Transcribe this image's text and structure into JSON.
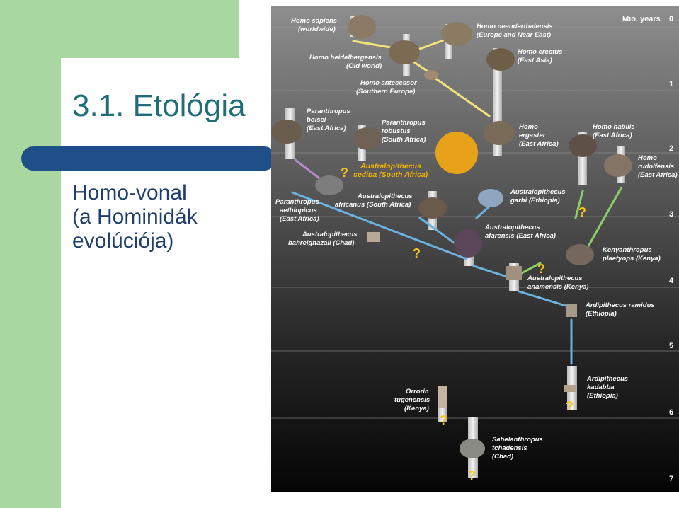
{
  "slide": {
    "title": "3.1. Etológia",
    "lines": [
      "Homo-vonal",
      "(a Hominidák",
      "evolúciója)"
    ]
  },
  "figure": {
    "axis_title": "Mio. years",
    "axis_ticks": [
      "0",
      "1",
      "2",
      "3",
      "4",
      "5",
      "6",
      "7"
    ],
    "species": {
      "sapiens": [
        "Homo sapiens",
        "(worldwide)"
      ],
      "neanderthalensis": [
        "Homo neanderthalensis",
        "(Europe and Near East)"
      ],
      "heidelbergensis": [
        "Homo heidelbergensis",
        "(Old world)"
      ],
      "erectus": [
        "Homo erectus",
        "(East Asia)"
      ],
      "antecessor": [
        "Homo antecessor",
        "(Southern Europe)"
      ],
      "boisei": [
        "Paranthropus",
        "boisei",
        "(East Africa)"
      ],
      "robustus": [
        "Paranthropus",
        "robustus",
        "(South Africa)"
      ],
      "sediba": [
        "Australopithecus",
        "sediba (South Africa)"
      ],
      "ergaster": [
        "Homo",
        "ergaster",
        "(East Africa)"
      ],
      "habilis": [
        "Homo habilis",
        "(East Africa)"
      ],
      "rudolfensis": [
        "Homo",
        "rudolfensis",
        "(East Africa)"
      ],
      "aethiopicus": [
        "Paranthropus",
        "aethiopicus",
        "(East Africa)"
      ],
      "africanus": [
        "Australopithecus",
        "africanus (South Africa)"
      ],
      "garhi": [
        "Australopithecus",
        "garhi (Ethiopia)"
      ],
      "bahrelghazali": [
        "Australopithecus",
        "bahrelghazali (Chad)"
      ],
      "afarensis": [
        "Australopithecus",
        "afarensis (East Africa)"
      ],
      "platyops": [
        "Kenyanthropus",
        "plaetyops (Kenya)"
      ],
      "anamensis": [
        "Australopithecus",
        "anamensis (Kenya)"
      ],
      "ramidus": [
        "Ardipithecus ramidus",
        "(Ethiopia)"
      ],
      "kadabba": [
        "Ardipithecus",
        "kadabba",
        "(Ethiopia)"
      ],
      "tugenensis": [
        "Orrorin",
        "tugenensis",
        "(Kenya)"
      ],
      "tchadensis": [
        "Sahelanthropus",
        "tchadensis",
        "(Chad)"
      ]
    },
    "question_mark": "?",
    "colors": {
      "link_yellow": "#f2e27a",
      "link_purple": "#b58ac8",
      "link_blue": "#6bb3e0",
      "link_green": "#8ccf6a",
      "sediba_label": "#f5b400"
    }
  }
}
